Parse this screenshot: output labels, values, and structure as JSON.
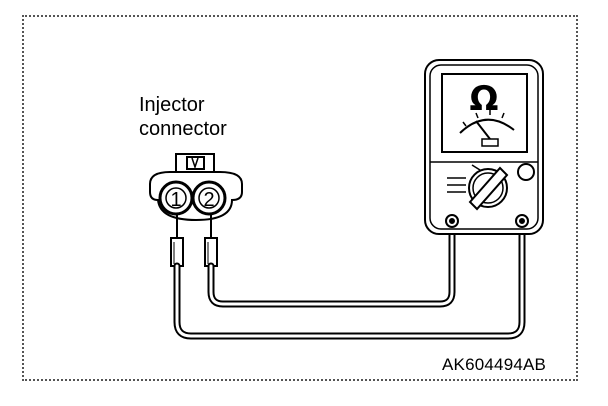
{
  "connector_label": [
    "Injector",
    "connector"
  ],
  "pins": [
    "1",
    "2"
  ],
  "meter_symbol": "Ω",
  "figure_code": "AK604494AB",
  "icons": [
    "ohmmeter-icon",
    "connector-icon",
    "probe-icon",
    "selector-dial-icon"
  ],
  "colors": {
    "line": "#000000",
    "background": "#ffffff",
    "frame": "#555555"
  }
}
